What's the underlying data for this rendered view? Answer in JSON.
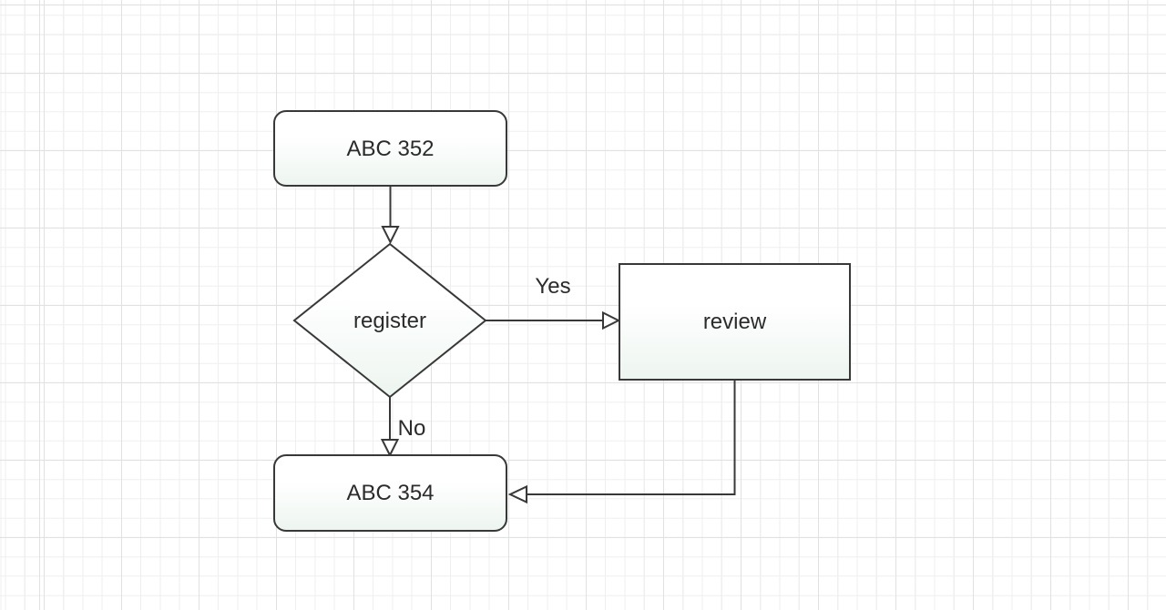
{
  "app": {
    "view": "diagram-canvas"
  },
  "colors": {
    "canvas_background": "#ffffff",
    "grid_minor": "#efefef",
    "grid_major": "#e1e1e1",
    "shape_stroke": "#383838",
    "shape_fill_top": "#ffffff",
    "shape_fill_bottom": "#edf5f0",
    "text": "#2b2b2b"
  },
  "diagram": {
    "type": "flowchart",
    "nodes": [
      {
        "id": "start",
        "shape": "rounded-rectangle",
        "label": "ABC 352"
      },
      {
        "id": "decision",
        "shape": "diamond",
        "label": "register"
      },
      {
        "id": "review",
        "shape": "rectangle",
        "label": "review"
      },
      {
        "id": "end",
        "shape": "rounded-rectangle",
        "label": "ABC 354"
      }
    ],
    "edges": [
      {
        "from": "start",
        "to": "decision",
        "label": ""
      },
      {
        "from": "decision",
        "to": "review",
        "label": "Yes"
      },
      {
        "from": "decision",
        "to": "end",
        "label": "No"
      },
      {
        "from": "review",
        "to": "end",
        "label": ""
      }
    ]
  }
}
